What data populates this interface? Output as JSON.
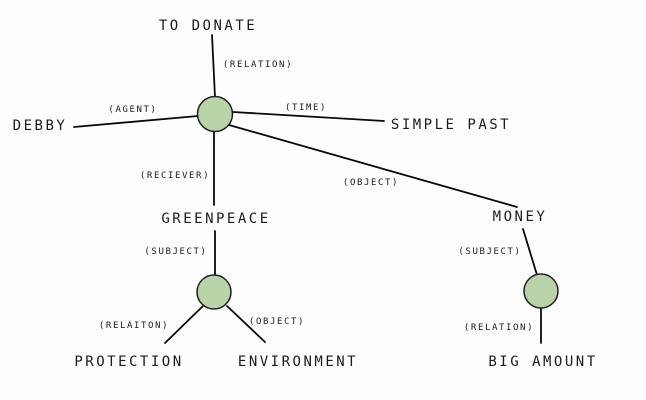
{
  "diagram_type": "semantic-network",
  "nodes": {
    "to_donate": {
      "label": "TO DONATE"
    },
    "debby": {
      "label": "DEBBY"
    },
    "simple_past": {
      "label": "SIMPLE PAST"
    },
    "greenpeace": {
      "label": "GREENPEACE"
    },
    "money": {
      "label": "MONEY"
    },
    "protection": {
      "label": "PROTECTION"
    },
    "environment": {
      "label": "ENVIRONMENT"
    },
    "big_amount": {
      "label": "BIG AMOUNT"
    },
    "event_node": {
      "label": "",
      "shape": "circle"
    },
    "greenpeace_node": {
      "label": "",
      "shape": "circle"
    },
    "money_node": {
      "label": "",
      "shape": "circle"
    }
  },
  "edges": {
    "relation_top": {
      "from": "event_node",
      "to": "to_donate",
      "label": "(RELATION)"
    },
    "agent": {
      "from": "event_node",
      "to": "debby",
      "label": "(AGENT)"
    },
    "time": {
      "from": "event_node",
      "to": "simple_past",
      "label": "(TIME)"
    },
    "reciever": {
      "from": "event_node",
      "to": "greenpeace",
      "label": "(RECIEVER)"
    },
    "object_main": {
      "from": "event_node",
      "to": "money",
      "label": "(OBJECT)"
    },
    "subject_left": {
      "from": "greenpeace",
      "to": "greenpeace_node",
      "label": "(SUBJECT)"
    },
    "relaiton_left": {
      "from": "greenpeace_node",
      "to": "protection",
      "label": "(RELAITON)"
    },
    "object_left": {
      "from": "greenpeace_node",
      "to": "environment",
      "label": "(OBJECT)"
    },
    "subject_right": {
      "from": "money",
      "to": "money_node",
      "label": "(SUBJECT)"
    },
    "relation_right": {
      "from": "money_node",
      "to": "big_amount",
      "label": "(RELATION)"
    }
  },
  "colors": {
    "background": "#fdfdfd",
    "text_color": "#1b1b1b",
    "edge_color": "#0a0a0a",
    "node_fill": "#b8d3a7",
    "node_stroke": "#1f1f1f"
  }
}
